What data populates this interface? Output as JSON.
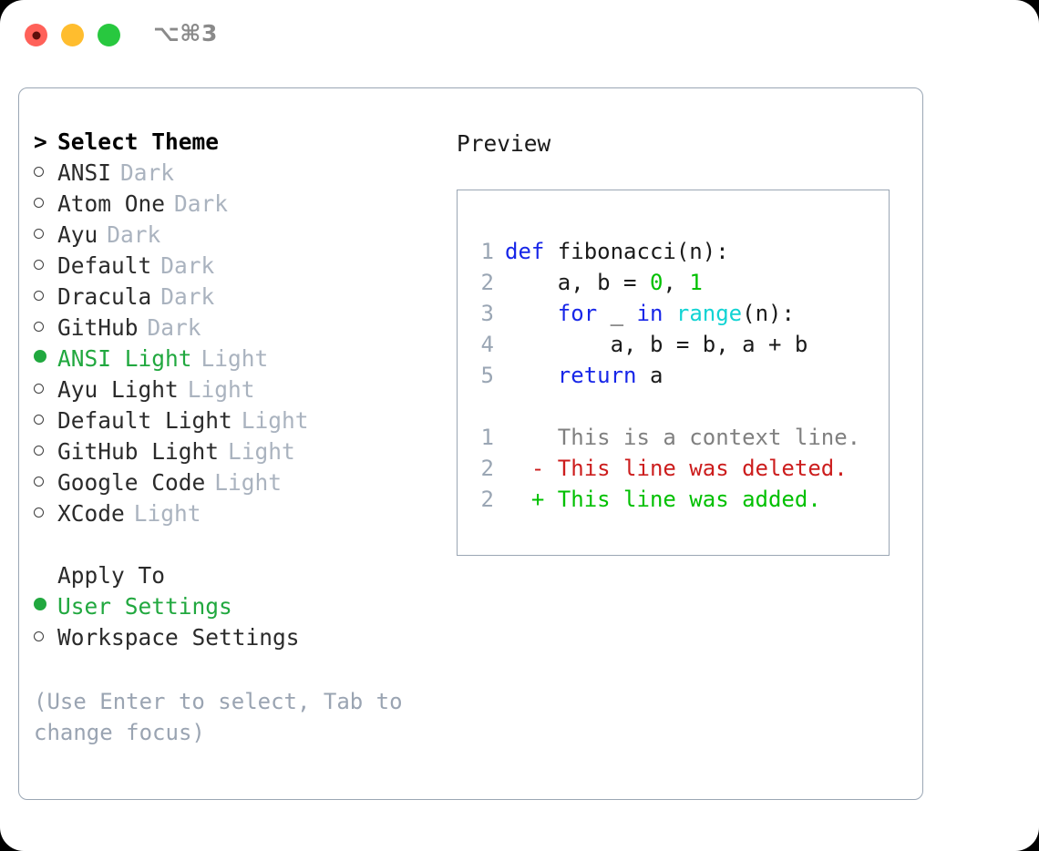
{
  "window": {
    "traffic_lights": [
      "close-red",
      "minimize-yellow",
      "maximize-green"
    ],
    "shortcut": "⌥⌘3"
  },
  "theme_picker": {
    "heading_marker": ">",
    "heading": "Select Theme",
    "items": [
      {
        "marker": "radio-off",
        "label": "ANSI",
        "tag": "Dark",
        "selected": false
      },
      {
        "marker": "radio-off",
        "label": "Atom One",
        "tag": "Dark",
        "selected": false
      },
      {
        "marker": "radio-off",
        "label": "Ayu",
        "tag": "Dark",
        "selected": false
      },
      {
        "marker": "radio-off",
        "label": "Default",
        "tag": "Dark",
        "selected": false
      },
      {
        "marker": "radio-off",
        "label": "Dracula",
        "tag": "Dark",
        "selected": false
      },
      {
        "marker": "radio-off",
        "label": "GitHub",
        "tag": "Dark",
        "selected": false
      },
      {
        "marker": "radio-on",
        "label": "ANSI Light",
        "tag": "Light",
        "selected": true
      },
      {
        "marker": "radio-off",
        "label": "Ayu Light",
        "tag": "Light",
        "selected": false
      },
      {
        "marker": "radio-off",
        "label": "Default Light",
        "tag": "Light",
        "selected": false
      },
      {
        "marker": "radio-off",
        "label": "GitHub Light",
        "tag": "Light",
        "selected": false
      },
      {
        "marker": "radio-off",
        "label": "Google Code",
        "tag": "Light",
        "selected": false
      },
      {
        "marker": "radio-off",
        "label": "XCode",
        "tag": "Light",
        "selected": false
      }
    ]
  },
  "apply_to": {
    "heading": "Apply To",
    "items": [
      {
        "marker": "radio-on",
        "label": "User Settings",
        "selected": true
      },
      {
        "marker": "radio-off",
        "label": "Workspace Settings",
        "selected": false
      }
    ]
  },
  "hint": "(Use Enter to select, Tab to change focus)",
  "preview": {
    "title": "Preview",
    "code_lines": [
      {
        "num": "1",
        "tokens": [
          {
            "t": "def ",
            "c": "kw"
          },
          {
            "t": "fibonacci(n):",
            "c": "txt"
          }
        ]
      },
      {
        "num": "2",
        "tokens": [
          {
            "t": "    a, b = ",
            "c": "txt"
          },
          {
            "t": "0",
            "c": "num"
          },
          {
            "t": ", ",
            "c": "txt"
          },
          {
            "t": "1",
            "c": "num"
          }
        ]
      },
      {
        "num": "3",
        "tokens": [
          {
            "t": "    ",
            "c": "txt"
          },
          {
            "t": "for",
            "c": "kw"
          },
          {
            "t": " _ ",
            "c": "txt"
          },
          {
            "t": "in",
            "c": "kw"
          },
          {
            "t": " ",
            "c": "txt"
          },
          {
            "t": "range",
            "c": "fn"
          },
          {
            "t": "(n):",
            "c": "txt"
          }
        ]
      },
      {
        "num": "4",
        "tokens": [
          {
            "t": "        a, b = b, a + b",
            "c": "txt"
          }
        ]
      },
      {
        "num": "5",
        "tokens": [
          {
            "t": "    ",
            "c": "txt"
          },
          {
            "t": "return",
            "c": "kw"
          },
          {
            "t": " a",
            "c": "txt"
          }
        ]
      }
    ],
    "diff_lines": [
      {
        "num": "1",
        "sign": " ",
        "text": "This is a context line.",
        "kind": "ctx"
      },
      {
        "num": "2",
        "sign": "-",
        "text": "This line was deleted.",
        "kind": "del"
      },
      {
        "num": "2",
        "sign": "+",
        "text": "This line was added.",
        "kind": "add"
      }
    ]
  },
  "colors": {
    "accent_green": "#21a83f",
    "muted": "#aab3bf",
    "border": "#9aa6b4",
    "keyword": "#1726e8",
    "function": "#11d3d3",
    "number": "#00c000",
    "deleted": "#cc1d1d",
    "added": "#00c000"
  }
}
